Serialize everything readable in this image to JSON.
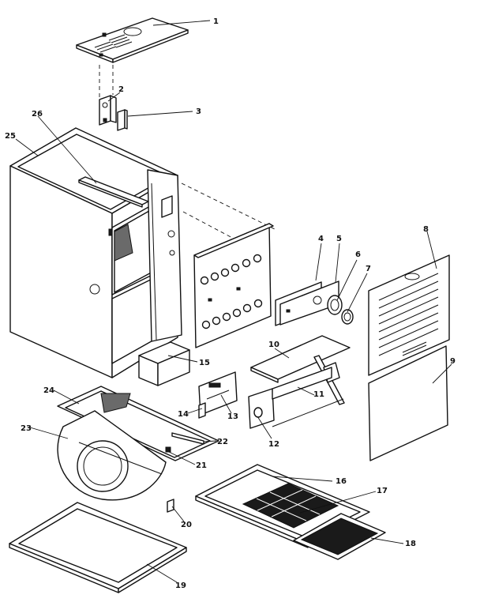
{
  "callouts": [
    {
      "label": "1"
    },
    {
      "label": "2"
    },
    {
      "label": "3"
    },
    {
      "label": "4"
    },
    {
      "label": "5"
    },
    {
      "label": "6"
    },
    {
      "label": "7"
    },
    {
      "label": "8"
    },
    {
      "label": "9"
    },
    {
      "label": "10"
    },
    {
      "label": "11"
    },
    {
      "label": "12"
    },
    {
      "label": "13"
    },
    {
      "label": "14"
    },
    {
      "label": "15"
    },
    {
      "label": "16"
    },
    {
      "label": "17"
    },
    {
      "label": "18"
    },
    {
      "label": "19"
    },
    {
      "label": "20"
    },
    {
      "label": "21"
    },
    {
      "label": "22"
    },
    {
      "label": "23"
    },
    {
      "label": "24"
    },
    {
      "label": "25"
    },
    {
      "label": "26"
    }
  ]
}
